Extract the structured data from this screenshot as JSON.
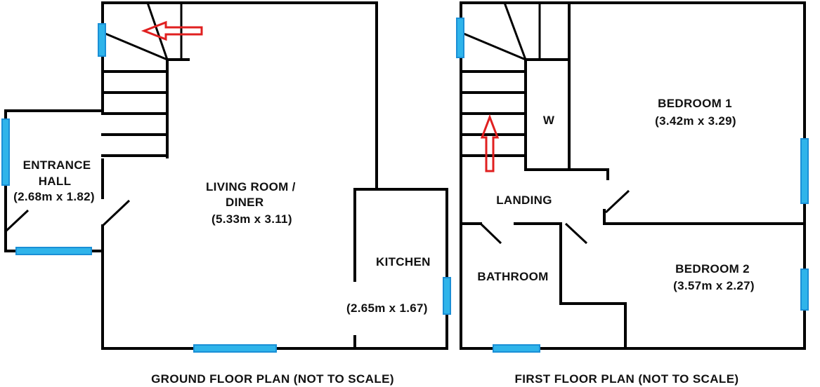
{
  "colors": {
    "wall": "#000000",
    "window": "#2fb4ea",
    "arrow": "#e02020"
  },
  "ground_floor": {
    "caption": "GROUND FLOOR PLAN (NOT TO SCALE)",
    "entrance_hall": {
      "name_line1": "ENTRANCE",
      "name_line2": "HALL",
      "size": "(2.68m x 1.82)"
    },
    "living_room": {
      "name_line1": "LIVING ROOM /",
      "name_line2": "DINER",
      "size": "(5.33m x 3.11)"
    },
    "kitchen": {
      "name": "KITCHEN",
      "size": "(2.65m x 1.67)"
    }
  },
  "first_floor": {
    "caption": "FIRST FLOOR PLAN (NOT TO SCALE)",
    "wardrobe": {
      "name": "W"
    },
    "bedroom1": {
      "name": "BEDROOM 1",
      "size": "(3.42m x 3.29)"
    },
    "landing": {
      "name": "LANDING"
    },
    "bathroom": {
      "name": "BATHROOM"
    },
    "bedroom2": {
      "name": "BEDROOM 2",
      "size": "(3.57m x 2.27)"
    }
  }
}
